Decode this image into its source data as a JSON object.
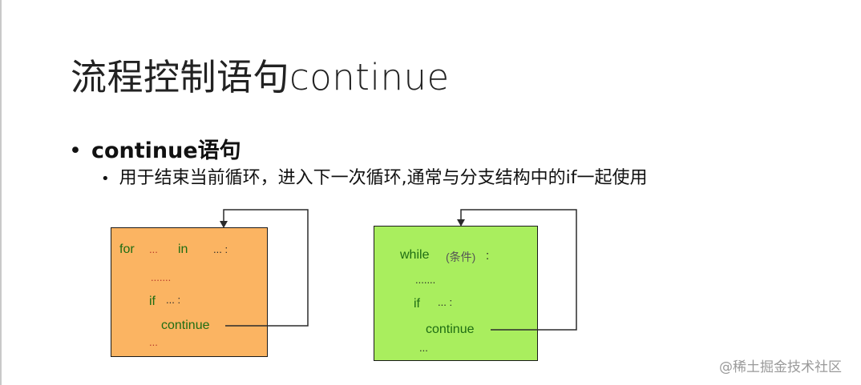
{
  "slide": {
    "title": "流程控制语句continue",
    "bullet_level1": "continue语句",
    "bullet_level2": "用于结束当前循环，进入下一次循环,通常与分支结构中的if一起使用",
    "bullet_symbol": "•"
  },
  "for_box": {
    "line1_for": "for",
    "line1_dots1": "...",
    "line1_in": "in",
    "line1_dots2": "... :",
    "line2": ".......",
    "line3_if": "if",
    "line3_dots": "... :",
    "line4": "continue",
    "line5": "..."
  },
  "while_box": {
    "line1_while": "while",
    "line1_cond": "(条件)",
    "line1_colon": ":",
    "line2": ".......",
    "line3_if": "if",
    "line3_dots": "... :",
    "line4": "continue",
    "line5": "..."
  },
  "watermark": "@稀土掘金技术社区",
  "colors": {
    "for_box_fill": "#fbb462",
    "while_box_fill": "#a9ee5e",
    "code_green": "#1f6d13",
    "dots_red": "#b83b2a",
    "arrow_line": "#2b2b2b"
  }
}
